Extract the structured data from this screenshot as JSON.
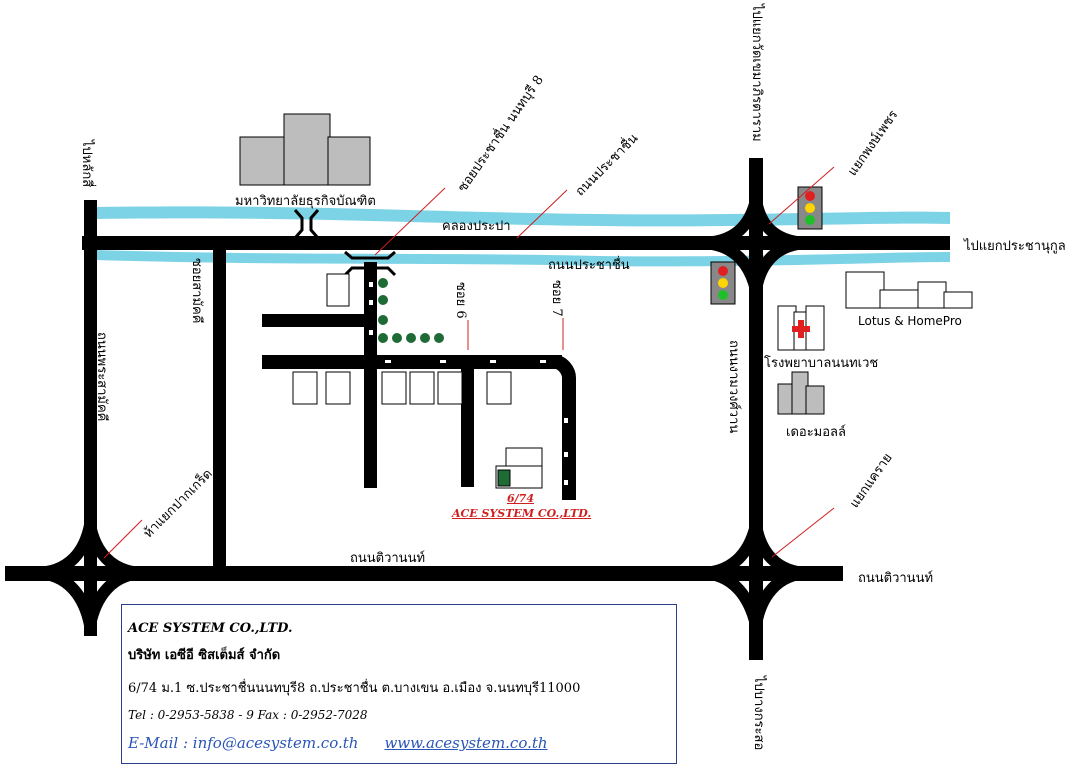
{
  "map": {
    "colors": {
      "road": "#000000",
      "canal": "#7dd3e6",
      "building": "#bdbdbd",
      "tree": "#1e6b35",
      "accent": "#d01f1f",
      "box_border": "#2d3e8f",
      "link": "#2a55b8"
    },
    "labels": {
      "to_lak_si": "ไปหลักสี่",
      "university": "มหาวิทยาลัยธุรกิจบัณฑิต",
      "soi_prachachuen_8": "ซอยประชาชื่น นนทบุรี 8",
      "prachachuen_road_arrow": "ถนนประชาชื่น",
      "canal": "คลองประปา",
      "prachachuen_road": "ถนนประชาชื่น",
      "to_prachanukul": "ไปแยกประชานุกูล",
      "to_ratchaburi": "ไปแยกวัดเขมาภิรตาราม",
      "phong_phet": "แยกพงษ์เพชร",
      "soi_sam_phet": "ซอยสามัคคี",
      "soi_6": "ซอย 6",
      "soi_7": "ซอย 7",
      "lotus": "Lotus & HomePro",
      "hospital": "โรงพยาบาลนนทเวช",
      "the_mall": "เดอะมอลล์",
      "ngam_wong_wan": "ถนนงามวงศ์วาน",
      "khae_rai": "แยกแคราย",
      "nonthaburi_road": "ถนนพระสามัคคี",
      "pak_kret": "ห้าแยกปากเกร็ด",
      "tiwanon_road_center": "ถนนติวานนท์",
      "tiwanon_road_right": "ถนนติวานนท์",
      "to_bang_kapi": "ไปบางกระสอ"
    },
    "destination": {
      "number": "6/74",
      "name": "ACE SYSTEM CO.,LTD."
    }
  },
  "info": {
    "company_en": "ACE SYSTEM CO.,LTD.",
    "company_th": "บริษัท เอซีอี ซิสเต็มส์ จำกัด",
    "address": "6/74 ม.1 ซ.ประชาชื่นนนทบุรี8 ถ.ประชาชื่น ต.บางเขน อ.เมือง จ.นนทบุรี11000",
    "tel": "Tel : 0-2953-5838 - 9 Fax : 0-2952-7028",
    "email": "E-Mail : info@acesystem.co.th",
    "website": "www.acesystem.co.th"
  }
}
